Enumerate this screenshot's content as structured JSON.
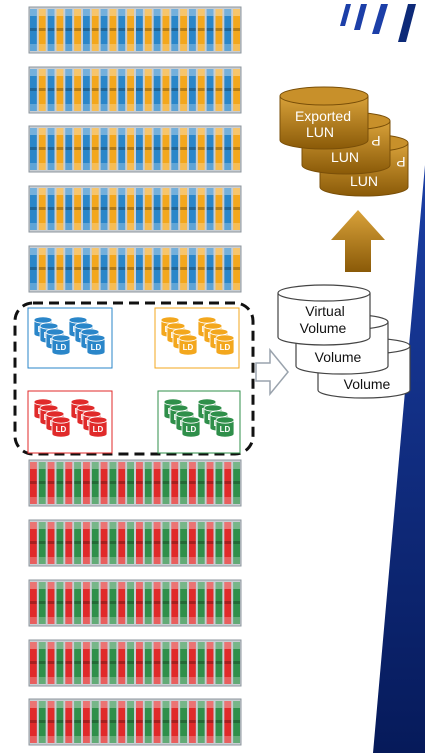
{
  "colors": {
    "blue": "#2a86c9",
    "orange": "#f3a71d",
    "red": "#e02a2a",
    "green": "#2f8f4a",
    "bronze": "#b8860b",
    "accent_dark": "#0d2a78"
  },
  "lun_stack": {
    "front_label_line1": "Exported",
    "front_label_line2": "LUN",
    "middle_label": "LUN",
    "back_label": "LUN",
    "middle_fragment": "P",
    "back_fragment": "P"
  },
  "volume_stack": {
    "front_label_line1": "Virtual",
    "front_label_line2": "Volume",
    "middle_label": "Volume",
    "back_label": "Volume"
  },
  "logical_disk_label": "LD"
}
